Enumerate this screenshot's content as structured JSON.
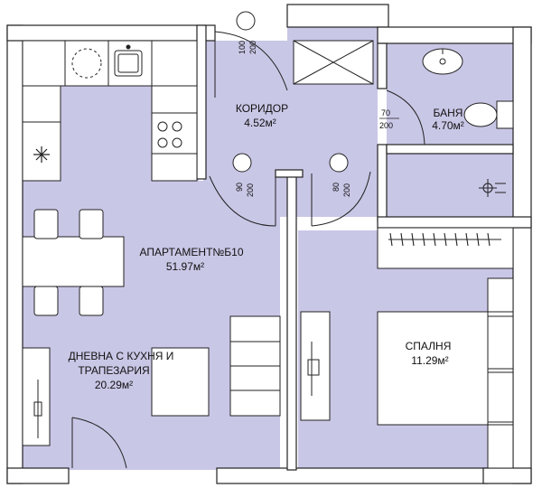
{
  "apartment": {
    "title": "АПАРТАМЕНТ№Б10",
    "area": "51.97м²"
  },
  "rooms": {
    "living": {
      "name_line1": "ДНЕВНА С КУХНЯ И",
      "name_line2": "ТРАПЕЗАРИЯ",
      "area": "20.29м²"
    },
    "corridor": {
      "name": "КОРИДОР",
      "area": "4.52м²"
    },
    "bathroom": {
      "name": "БАНЯ",
      "area": "4.70м²"
    },
    "bedroom": {
      "name": "СПАЛНЯ",
      "area": "11.29м²"
    }
  },
  "door_sizes": {
    "entrance": {
      "width": "100",
      "height": "200"
    },
    "bathroom": {
      "width": "70",
      "height": "200"
    },
    "living": {
      "width": "90",
      "height": "200"
    },
    "bedroom": {
      "width": "80",
      "height": "200"
    }
  },
  "colors": {
    "floor": "#c9c7e6",
    "wall": "#ffffff",
    "wall_outline": "#222222",
    "furniture": "#ffffff"
  }
}
